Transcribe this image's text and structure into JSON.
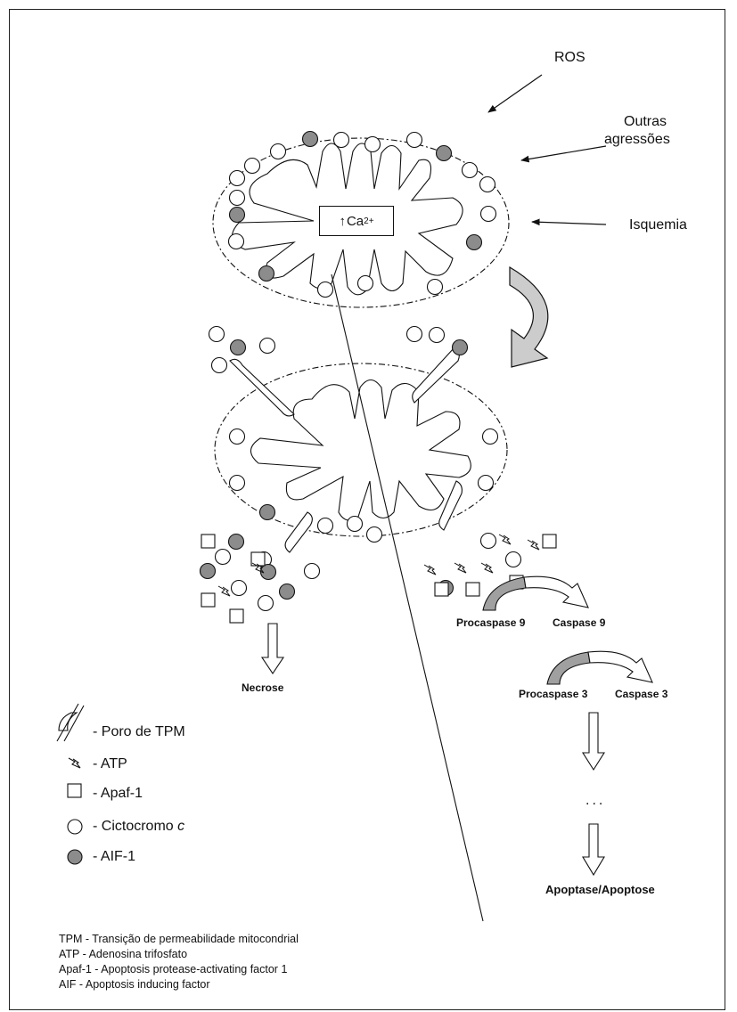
{
  "labels": {
    "ros": "ROS",
    "outras_agressoes_line1": "Outras",
    "outras_agressoes_line2": "agressões",
    "isquemia": "Isquemia",
    "ca_base": "Ca",
    "ca_sup": "2+",
    "ca_arrow": "↑",
    "procaspase9": "Procaspase 9",
    "caspase9": "Caspase 9",
    "procaspase3": "Procaspase 3",
    "caspase3": "Caspase 3",
    "ellipsis": "...",
    "necrose": "Necrose",
    "apoptose": "Apoptase/Apoptose"
  },
  "legend": {
    "pore": "- Poro de TPM",
    "atp": "- ATP",
    "apaf": "- Apaf-1",
    "cito_prefix": "- Cictocromo ",
    "cito_italic": "c",
    "aif": "- AIF-1"
  },
  "abbreviations": [
    "TPM - Transição de permeabilidade mitocondrial",
    "ATP - Adenosina trifosfato",
    "Apaf-1 - Apoptosis protease-activating factor 1",
    "AIF - Apoptosis inducing factor"
  ],
  "colors": {
    "aif_fill": "#8c8c8c",
    "arrow_fill": "#cccccc",
    "stroke": "#111111"
  }
}
